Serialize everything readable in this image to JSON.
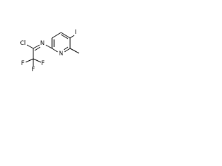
{
  "atoms": [
    {
      "id": "cl",
      "label": "Cl"
    },
    {
      "id": "n_imine",
      "label": "N"
    },
    {
      "id": "f1",
      "label": "F"
    },
    {
      "id": "f2",
      "label": "F"
    },
    {
      "id": "f3",
      "label": "F"
    },
    {
      "id": "n_ring",
      "label": "N"
    },
    {
      "id": "iodo",
      "label": "I"
    }
  ]
}
